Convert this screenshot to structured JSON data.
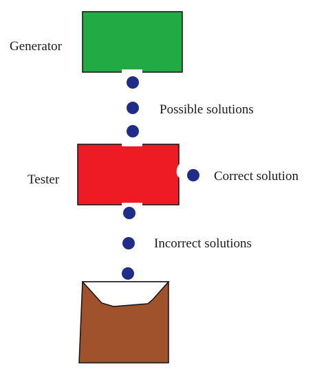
{
  "nodes": {
    "generator": {
      "label": "Generator",
      "color": "#22aa44"
    },
    "tester": {
      "label": "Tester",
      "color": "#ee1b24"
    },
    "bin": {
      "label": "",
      "color": "#a0522d"
    }
  },
  "flows": {
    "possible": {
      "label": "Possible solutions"
    },
    "correct": {
      "label": "Correct solution"
    },
    "incorrect": {
      "label": "Incorrect solutions"
    }
  },
  "dot_color": "#1f2d8a"
}
